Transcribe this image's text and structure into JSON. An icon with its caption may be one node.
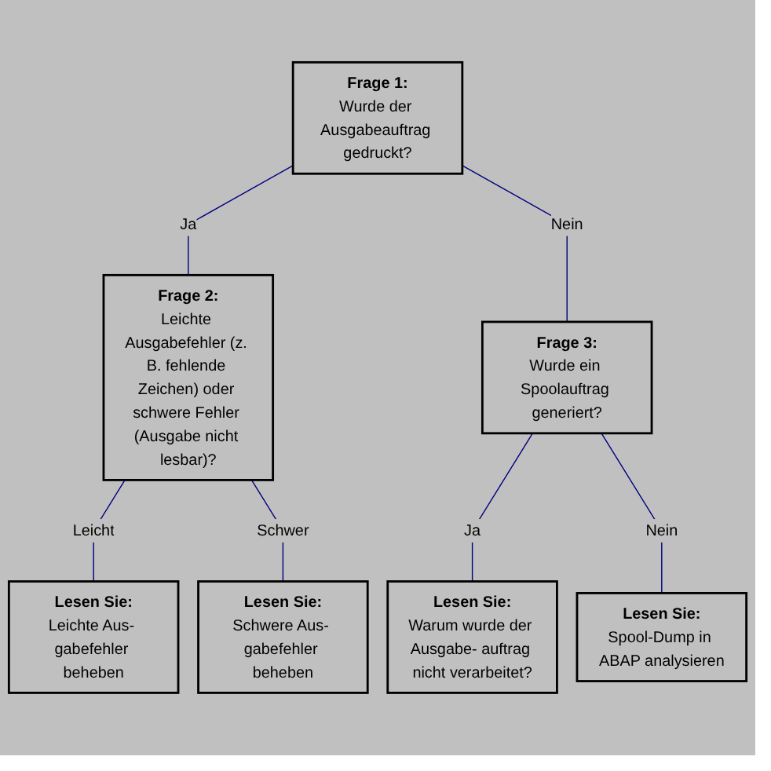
{
  "diagram": {
    "nodes": [
      {
        "text": [
          "Frage 1:",
          "Wurde der Ausgabeauftrag gedruckt?"
        ]
      },
      {
        "text": [
          "Frage 2:",
          "Leichte Ausgabefehler (z. B. fehlende Zeichen) oder schwere Fehler (Ausgabe nicht lesbar)?"
        ]
      },
      {
        "text": [
          "Frage 3:",
          "Wurde ein Spoolauftrag generiert?"
        ]
      },
      {
        "text": [
          "Lesen Sie:",
          "Leichte Aus- gabefehler beheben"
        ]
      },
      {
        "text": [
          "Lesen Sie:",
          "Schwere Aus- gabefehler beheben"
        ]
      },
      {
        "text": [
          "Lesen Sie:",
          "Warum wurde der Ausgabe- auftrag nicht verarbeitet?"
        ]
      },
      {
        "text": [
          "Lesen Sie:",
          "Spool-Dump in ABAP analysieren"
        ]
      }
    ],
    "edges": [
      {
        "from": 0,
        "to": 1,
        "arrow": "none",
        "label": "Ja"
      },
      {
        "from": 0,
        "to": 2,
        "arrow": "none",
        "label": "Nein"
      },
      {
        "from": 1,
        "to": 3,
        "arrow": "none",
        "label": "Leicht"
      },
      {
        "from": 1,
        "to": 4,
        "arrow": "none",
        "label": "Schwer"
      },
      {
        "from": 2,
        "to": 5,
        "arrow": "none",
        "label": "Ja"
      },
      {
        "from": 2,
        "to": 6,
        "arrow": "none",
        "label": "Nein"
      }
    ]
  }
}
